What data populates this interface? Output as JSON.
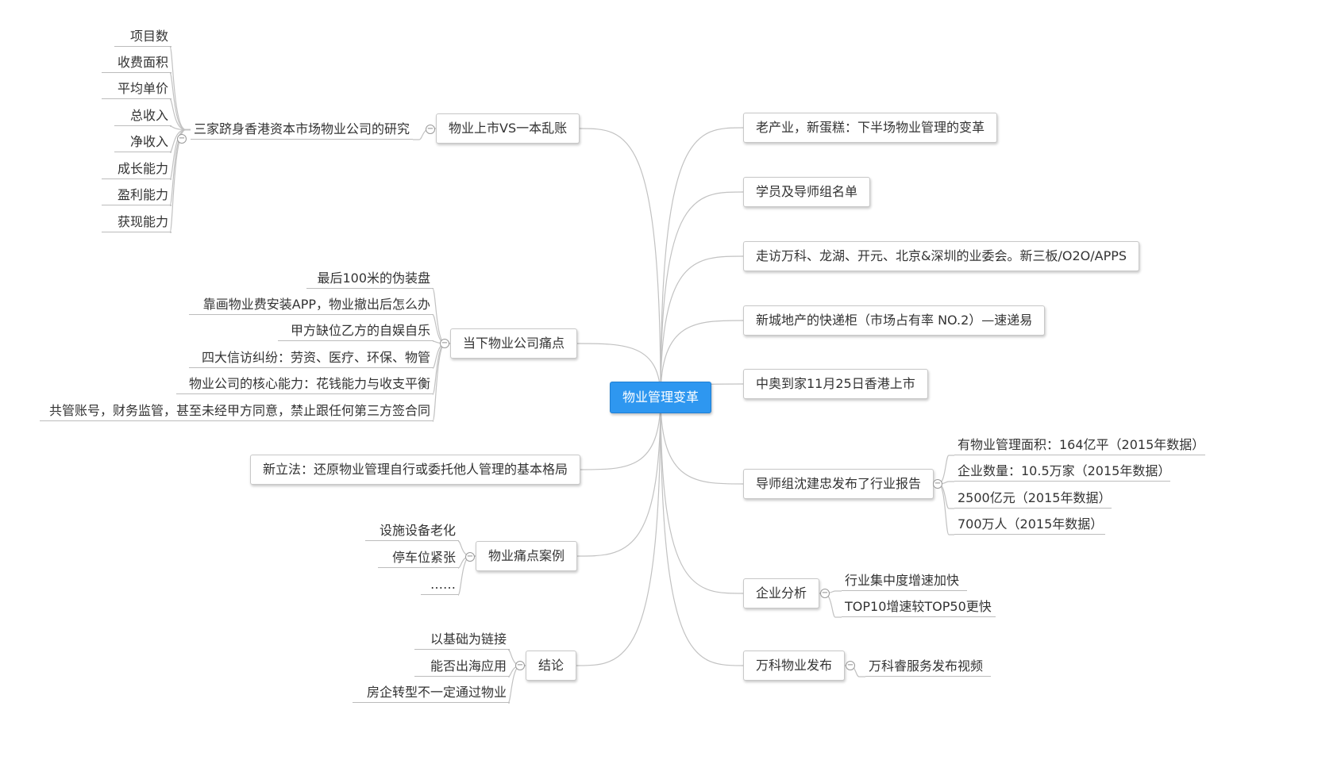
{
  "root": "物业管理变革",
  "left": [
    {
      "label": "物业上市VS一本乱账",
      "sub": {
        "label": "三家跻身香港资本市场物业公司的研究",
        "items": [
          "项目数",
          "收费面积",
          "平均单价",
          "总收入",
          "净收入",
          "成长能力",
          "盈利能力",
          "获现能力"
        ]
      }
    },
    {
      "label": "当下物业公司痛点",
      "items": [
        "最后100米的伪装盘",
        "靠画物业费安装APP，物业撤出后怎么办",
        "甲方缺位乙方的自娱自乐",
        "四大信访纠纷：劳资、医疗、环保、物管",
        "物业公司的核心能力：花钱能力与收支平衡",
        "共管账号，财务监管，甚至未经甲方同意，禁止跟任何第三方签合同"
      ]
    },
    {
      "label": "新立法：还原物业管理自行或委托他人管理的基本格局",
      "items": []
    },
    {
      "label": "物业痛点案例",
      "items": [
        "设施设备老化",
        "停车位紧张",
        "……"
      ]
    },
    {
      "label": "结论",
      "items": [
        "以基础为链接",
        "能否出海应用",
        "房企转型不一定通过物业"
      ]
    }
  ],
  "right": [
    {
      "label": "老产业，新蛋糕：下半场物业管理的变革",
      "items": []
    },
    {
      "label": "学员及导师组名单",
      "items": []
    },
    {
      "label": "走访万科、龙湖、开元、北京&深圳的业委会。新三板/O2O/APPS",
      "items": []
    },
    {
      "label": "新城地产的快递柜（市场占有率 NO.2）—速递易",
      "items": []
    },
    {
      "label": "中奥到家11月25日香港上市",
      "items": []
    },
    {
      "label": "导师组沈建忠发布了行业报告",
      "items": [
        "有物业管理面积：164亿平（2015年数据）",
        "企业数量：10.5万家（2015年数据）",
        "2500亿元（2015年数据）",
        "700万人（2015年数据）"
      ]
    },
    {
      "label": "企业分析",
      "items": [
        "行业集中度增速加快",
        "TOP10增速较TOP50更快"
      ]
    },
    {
      "label": "万科物业发布",
      "items": [
        "万科睿服务发布视频"
      ]
    }
  ],
  "colors": {
    "root_bg": "#2e97f0",
    "line": "#c2c2c2"
  },
  "toggle_symbol": "−"
}
